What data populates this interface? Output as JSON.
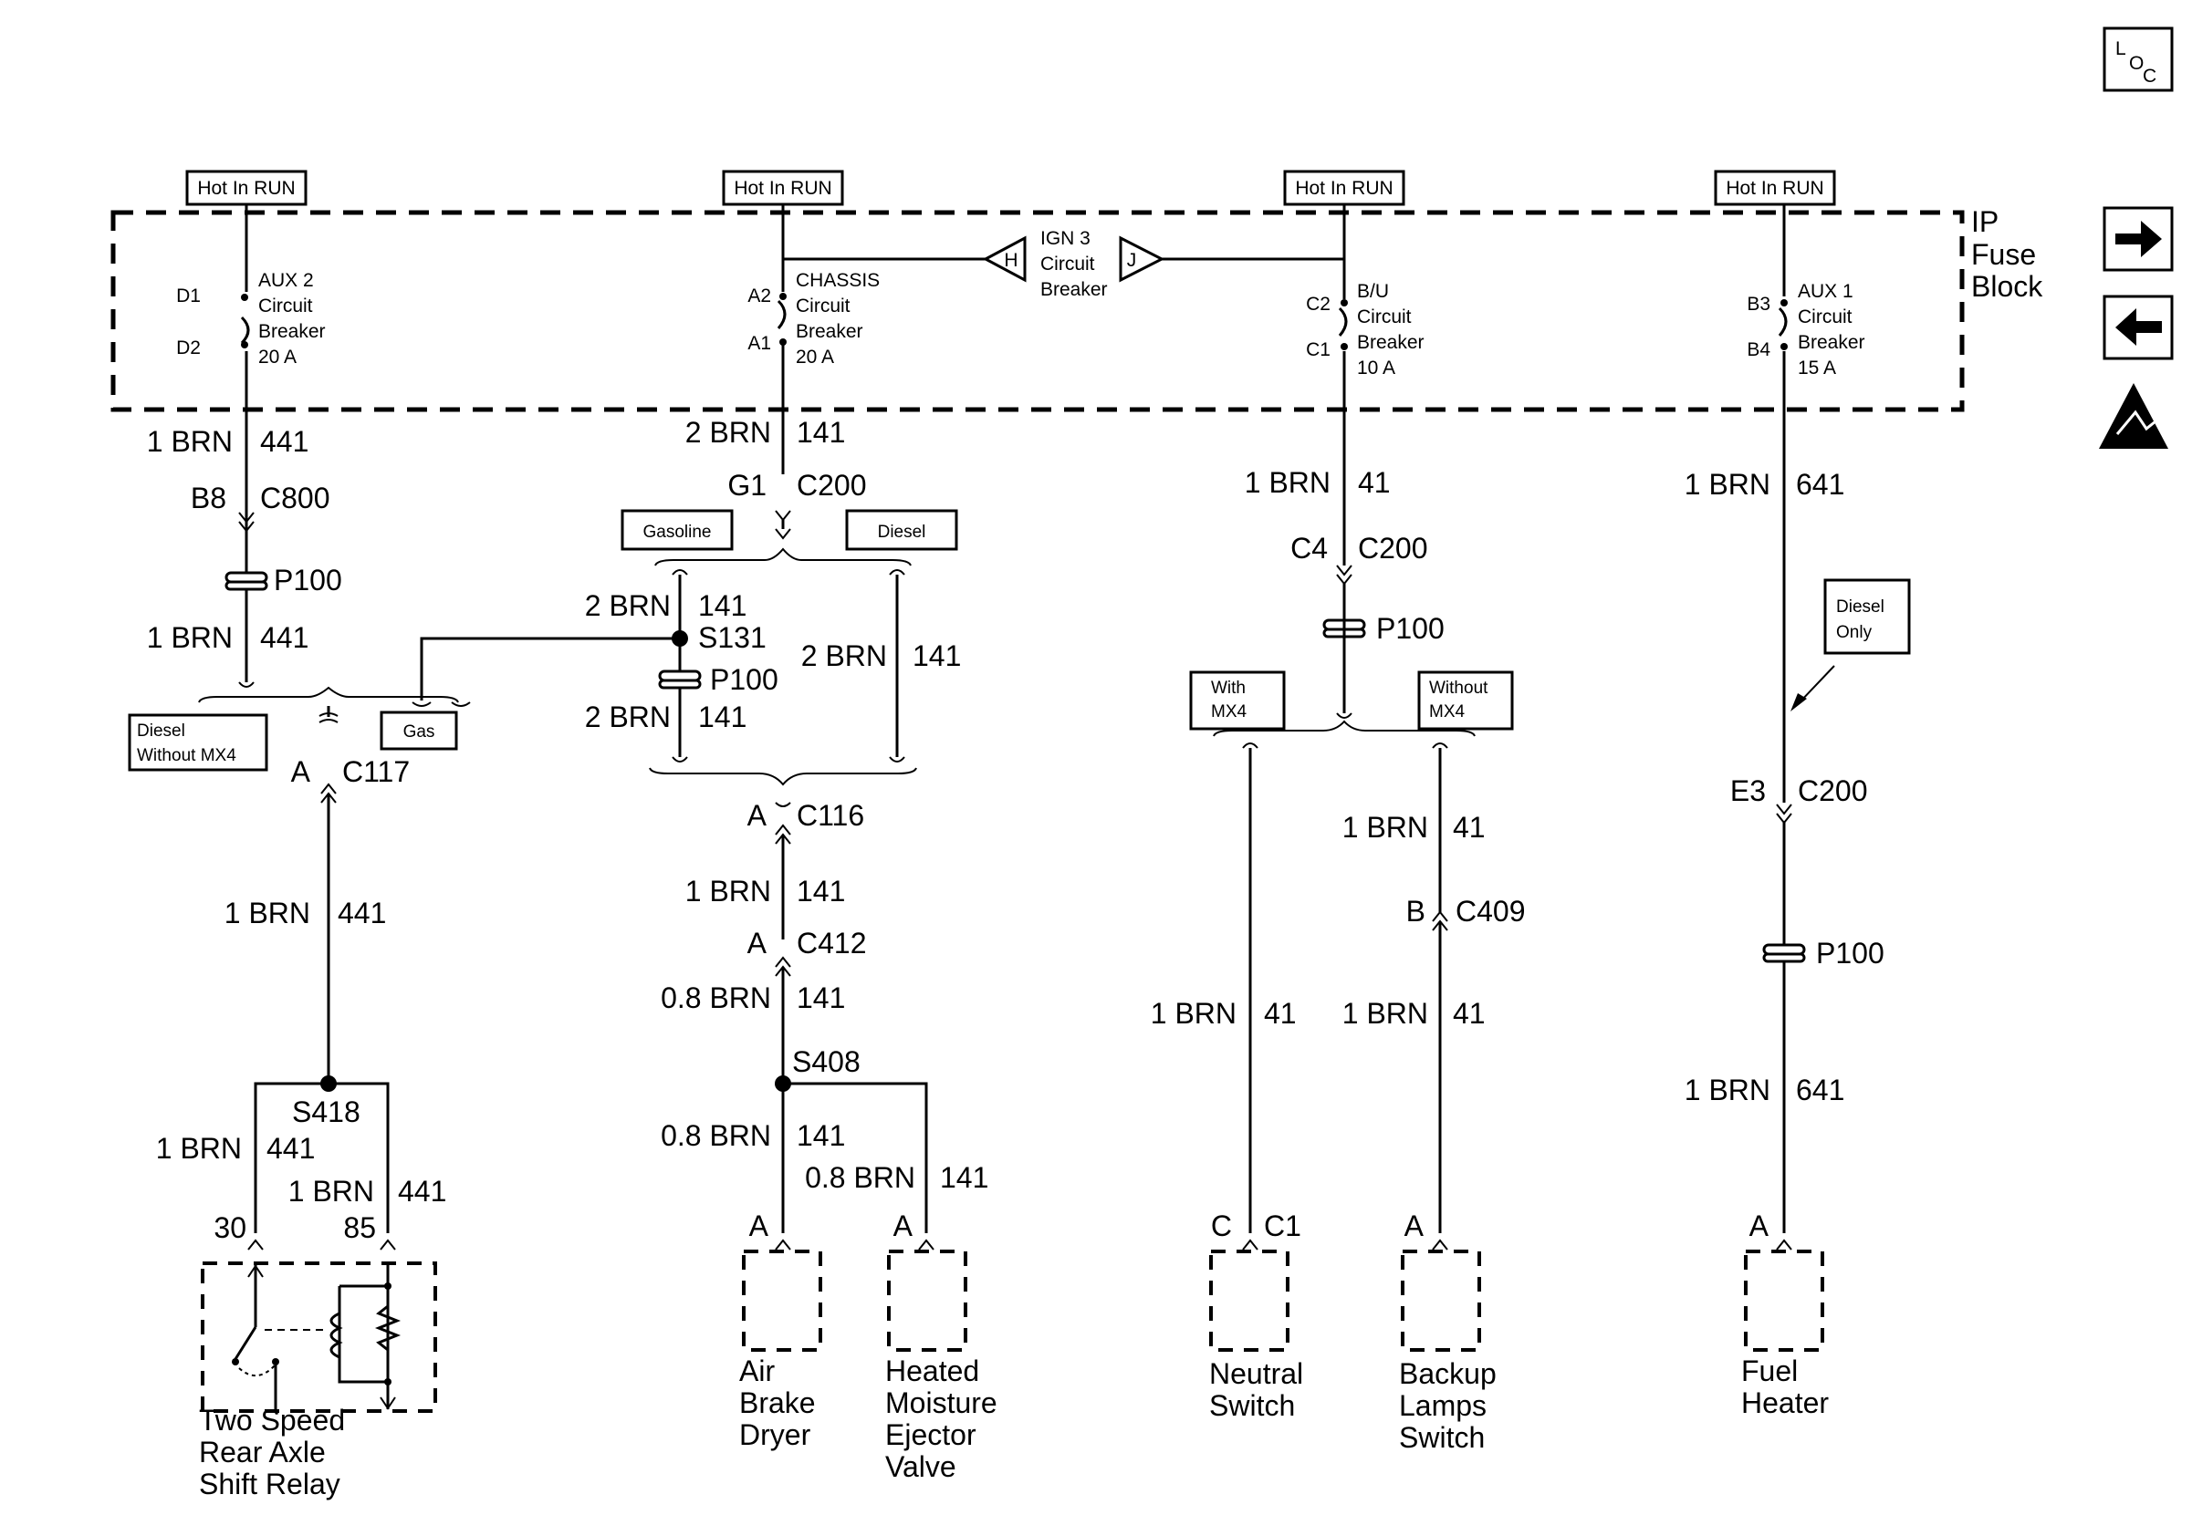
{
  "loc_label": [
    "L",
    "O",
    "C"
  ],
  "fuse_block": {
    "lines": [
      "IP",
      "Fuse",
      "Block"
    ]
  },
  "hot_in_run": "Hot In RUN",
  "breakers": {
    "aux2": {
      "lines": [
        "AUX 2",
        "Circuit",
        "Breaker",
        "20 A"
      ],
      "top": "D1",
      "bottom": "D2"
    },
    "chassis": {
      "lines": [
        "CHASSIS",
        "Circuit",
        "Breaker",
        "20 A"
      ],
      "top": "A2",
      "bottom": "A1"
    },
    "ign3": {
      "lines": [
        "IGN 3",
        "Circuit",
        "Breaker"
      ],
      "left": "H",
      "right": "J"
    },
    "bu": {
      "lines": [
        "B/U",
        "Circuit",
        "Breaker",
        "10 A"
      ],
      "top": "C2",
      "bottom": "C1"
    },
    "aux1": {
      "lines": [
        "AUX 1",
        "Circuit",
        "Breaker",
        "15 A"
      ],
      "top": "B3",
      "bottom": "B4"
    }
  },
  "option_boxes": {
    "gasoline": "Gasoline",
    "diesel": "Diesel",
    "diesel_without_mx4": [
      "Diesel",
      "Without MX4"
    ],
    "gas": "Gas",
    "with_mx4": [
      "With",
      "MX4"
    ],
    "without_mx4": [
      "Without",
      "MX4"
    ],
    "diesel_only": [
      "Diesel",
      "Only"
    ]
  },
  "wire_labels": [
    {
      "id": "w1",
      "gauge": "1 BRN",
      "circuit": "441"
    },
    {
      "id": "w2",
      "gauge": "1 BRN",
      "circuit": "441"
    },
    {
      "id": "w3",
      "gauge": "1 BRN",
      "circuit": "441"
    },
    {
      "id": "w4",
      "gauge": "1 BRN",
      "circuit": "441"
    },
    {
      "id": "w5",
      "gauge": "1 BRN",
      "circuit": "441"
    },
    {
      "id": "w6",
      "gauge": "2 BRN",
      "circuit": "141"
    },
    {
      "id": "w7",
      "gauge": "2 BRN",
      "circuit": "141"
    },
    {
      "id": "w8",
      "gauge": "2 BRN",
      "circuit": "141"
    },
    {
      "id": "w9",
      "gauge": "2 BRN",
      "circuit": "141"
    },
    {
      "id": "w10",
      "gauge": "1 BRN",
      "circuit": "141"
    },
    {
      "id": "w11",
      "gauge": "0.8 BRN",
      "circuit": "141"
    },
    {
      "id": "w12",
      "gauge": "0.8 BRN",
      "circuit": "141"
    },
    {
      "id": "w13",
      "gauge": "0.8 BRN",
      "circuit": "141"
    },
    {
      "id": "w14",
      "gauge": "1 BRN",
      "circuit": "41"
    },
    {
      "id": "w15",
      "gauge": "1 BRN",
      "circuit": "41"
    },
    {
      "id": "w16",
      "gauge": "1 BRN",
      "circuit": "41"
    },
    {
      "id": "w17",
      "gauge": "1 BRN",
      "circuit": "41"
    },
    {
      "id": "w18",
      "gauge": "1 BRN",
      "circuit": "641"
    },
    {
      "id": "w19",
      "gauge": "1 BRN",
      "circuit": "641"
    }
  ],
  "connectors": [
    {
      "id": "c1",
      "pin": "B8",
      "name": "C800"
    },
    {
      "id": "c2",
      "pin": "A",
      "name": "C117"
    },
    {
      "id": "c3",
      "pin": "G1",
      "name": "C200"
    },
    {
      "id": "c4",
      "pin": "A",
      "name": "C116"
    },
    {
      "id": "c5",
      "pin": "A",
      "name": "C412"
    },
    {
      "id": "c6",
      "pin": "C4",
      "name": "C200"
    },
    {
      "id": "c7",
      "pin": "B",
      "name": "C409"
    },
    {
      "id": "c8",
      "pin": "E3",
      "name": "C200"
    }
  ],
  "passthroughs": [
    {
      "id": "p1",
      "name": "P100"
    },
    {
      "id": "p2",
      "name": "P100"
    },
    {
      "id": "p3",
      "name": "P100"
    },
    {
      "id": "p4",
      "name": "P100"
    }
  ],
  "splices": [
    {
      "id": "s1",
      "name": "S131"
    },
    {
      "id": "s2",
      "name": "S408"
    },
    {
      "id": "s3",
      "name": "S418"
    }
  ],
  "pins": {
    "relay_30": "30",
    "relay_85": "85",
    "dryer": "A",
    "ejector": "A",
    "neutral_pin": "C",
    "neutral_conn": "C1",
    "backup": "A",
    "heater": "A"
  },
  "components": {
    "relay": [
      "Two Speed",
      "Rear Axle",
      "Shift Relay"
    ],
    "dryer": [
      "Air",
      "Brake",
      "Dryer"
    ],
    "ejector": [
      "Heated",
      "Moisture",
      "Ejector",
      "Valve"
    ],
    "neutral": [
      "Neutral",
      "Switch"
    ],
    "backup": [
      "Backup",
      "Lamps",
      "Switch"
    ],
    "heater": [
      "Fuel",
      "Heater"
    ]
  },
  "nav_icons": [
    "next-page-arrow-icon",
    "previous-page-arrow-icon",
    "esd-warning-icon"
  ]
}
